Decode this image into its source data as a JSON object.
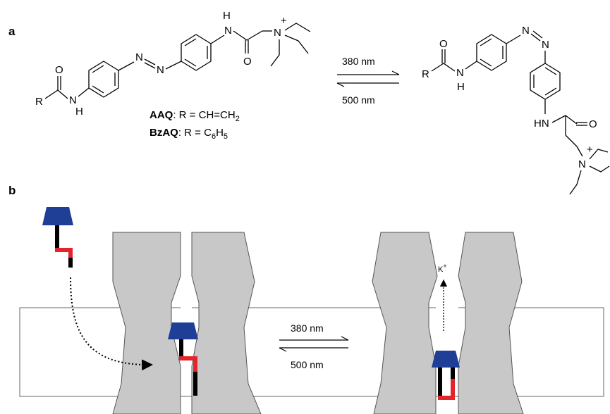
{
  "panels": {
    "a": "a",
    "b": "b"
  },
  "wavelengths": {
    "forward": "380 nm",
    "reverse": "500 nm"
  },
  "atoms": {
    "H": "H",
    "N": "N",
    "O": "O",
    "R": "R",
    "HN": "HN",
    "plus": "+"
  },
  "compounds": {
    "aaq_name": "AAQ",
    "aaq_def": ": R = CH=CH",
    "aaq_sub": "2",
    "bzaq_name": "BzAQ",
    "bzaq_def": ": R = C",
    "bzaq_sub1": "6",
    "bzaq_mid": "H",
    "bzaq_sub2": "5"
  },
  "ion": {
    "label": "K",
    "charge": "+"
  },
  "colors": {
    "protein": "#c8c8c8",
    "cap": "#1f3f96",
    "linker_red": "#e5232a",
    "linker_black": "#000000",
    "membrane": "#ffffff"
  }
}
